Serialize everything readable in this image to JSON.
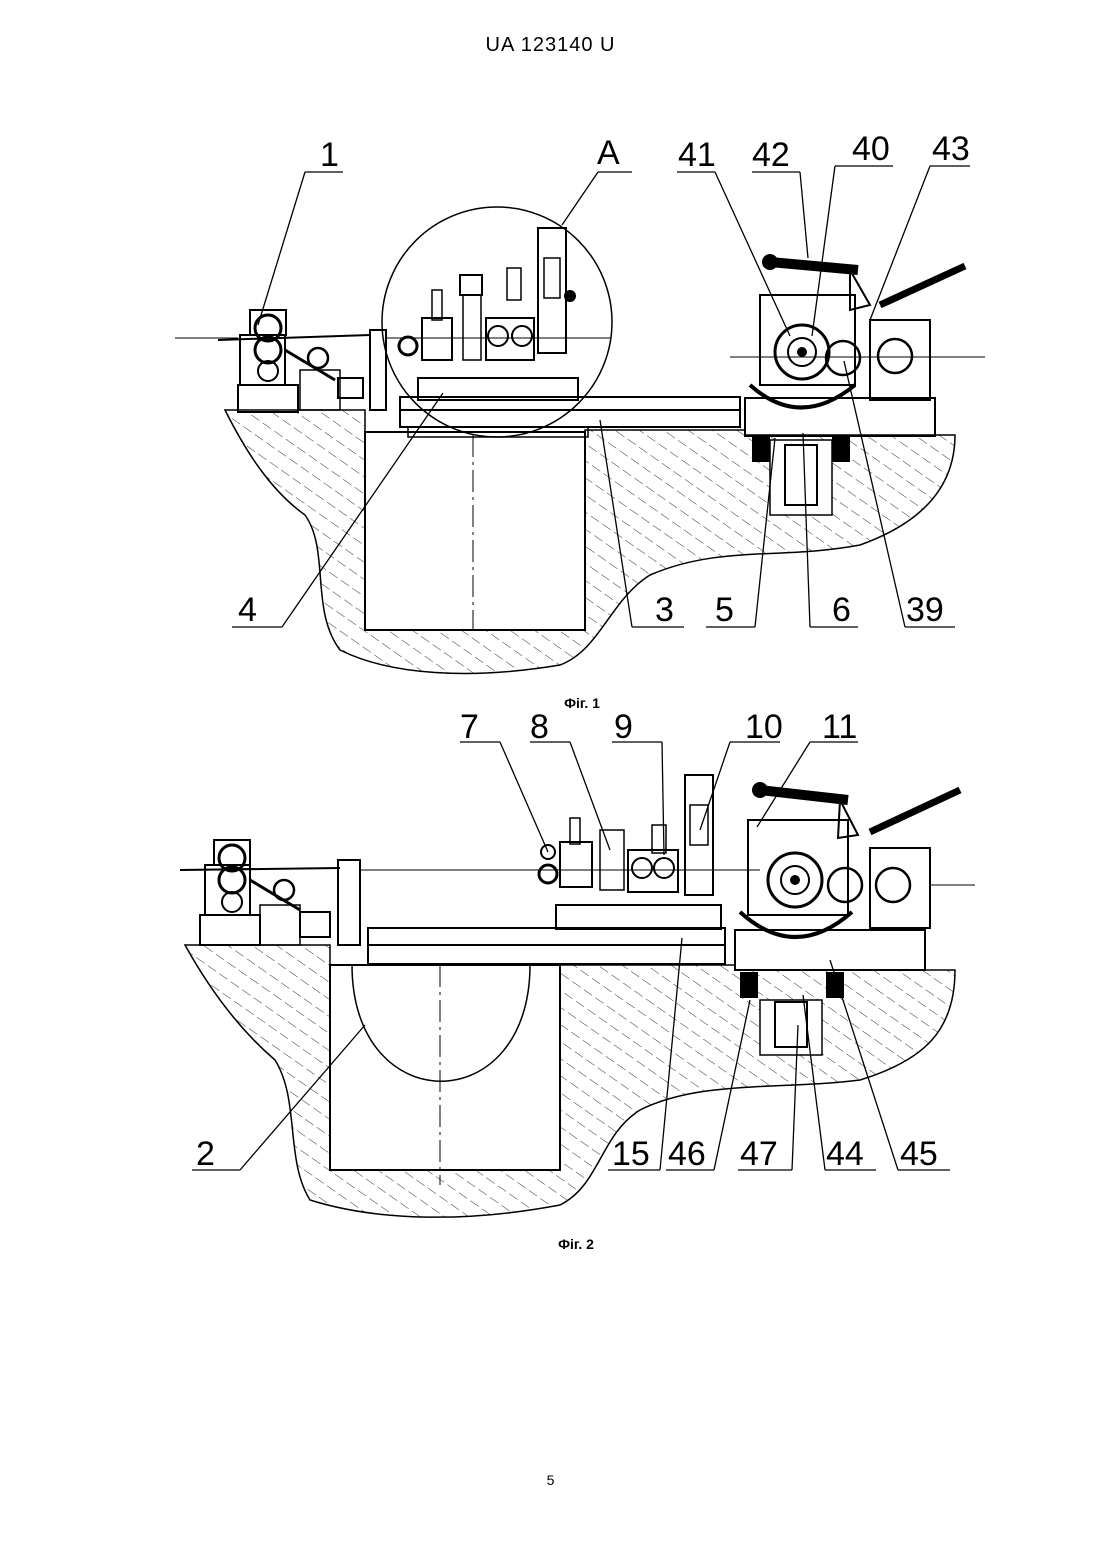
{
  "header": "UA   123140   U",
  "page_number": "5",
  "fig1": {
    "caption": "Фіг. 1",
    "labels": [
      "1",
      "A",
      "41",
      "42",
      "40",
      "43",
      "4",
      "3",
      "5",
      "6",
      "39"
    ]
  },
  "fig2": {
    "caption": "Фіг. 2",
    "labels": [
      "7",
      "8",
      "9",
      "10",
      "11",
      "2",
      "15",
      "46",
      "47",
      "44",
      "45"
    ]
  }
}
